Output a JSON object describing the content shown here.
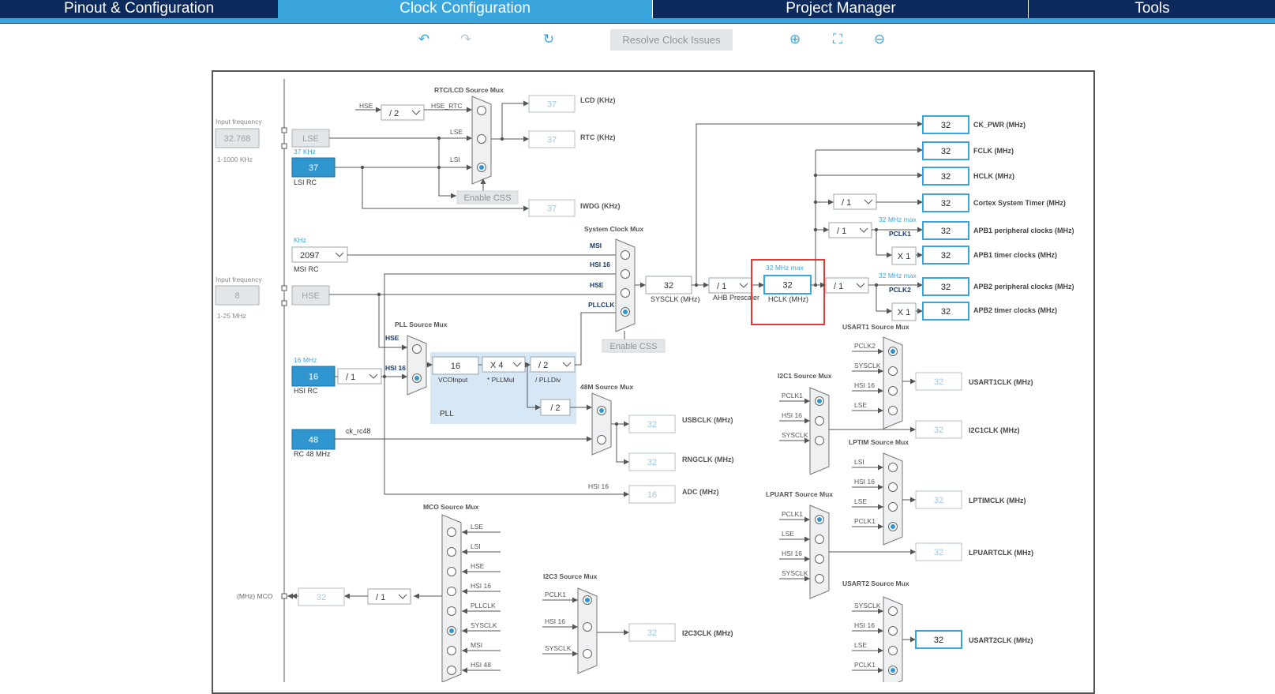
{
  "tabs": [
    {
      "label": "Pinout & Configuration"
    },
    {
      "label": "Clock Configuration"
    },
    {
      "label": "Project Manager"
    },
    {
      "label": "Tools"
    }
  ],
  "toolbar": {
    "resolve_label": "Resolve Clock Issues"
  },
  "colors": {
    "accent": "#3aa5dc",
    "nav": "#0d2a5c",
    "highlight": "#e53935",
    "pll_bg": "#d6e8f5"
  },
  "sources": {
    "input_freq_label": "Input frequency",
    "lse_freq": "32.768",
    "lse_range": "1-1000 KHz",
    "lse_label": "LSE",
    "lsi_unit": "37 KHz",
    "lsi_value": "37",
    "lsi_label": "LSI RC",
    "msi_unit": "KHz",
    "msi_value": "2097",
    "msi_label": "MSI RC",
    "hse_freq": "8",
    "hse_range": "1-25 MHz",
    "hse_label": "HSE",
    "hsi_unit": "16 MHz",
    "hsi_value": "16",
    "hsi_label": "HSI RC",
    "hsi_div": "/ 1",
    "rc48_value": "48",
    "rc48_label": "RC 48 MHz",
    "rc48_line": "ck_rc48"
  },
  "rtc": {
    "title": "RTC/LCD Source Mux",
    "hse": "HSE",
    "hse_div": "/ 2",
    "hse_rtc": "HSE_RTC",
    "lse": "LSE",
    "lsi": "LSI",
    "enable_css": "Enable CSS",
    "lcd_value": "37",
    "lcd_label": "LCD (KHz)",
    "rtc_value": "37",
    "rtc_label": "RTC (KHz)",
    "iwdg_value": "37",
    "iwdg_label": "IWDG (KHz)"
  },
  "sysclk": {
    "title": "System Clock Mux",
    "msi": "MSI",
    "hsi16": "HSI 16",
    "hse": "HSE",
    "pllclk": "PLLCLK",
    "enable_css": "Enable CSS",
    "value": "32",
    "label": "SYSCLK (MHz)",
    "ahb_div": "/ 1",
    "ahb_label": "AHB Prescaler",
    "hclk_max": "32 MHz max",
    "hclk_value": "32",
    "hclk_label": "HCLK (MHz)"
  },
  "pll": {
    "title": "PLL Source Mux",
    "hse": "HSE",
    "hsi16": "HSI 16",
    "vco_value": "16",
    "vco_label": "VCOInput",
    "mul_value": "X 4",
    "mul_label": "* PLLMul",
    "div_value": "/ 2",
    "div_label": "/ PLLDiv",
    "label": "PLL",
    "div2": "/ 2"
  },
  "m48": {
    "title": "48M Source Mux",
    "usb_value": "32",
    "usb_label": "USBCLK (MHz)",
    "rng_value": "32",
    "rng_label": "RNGCLK (MHz)",
    "adc_in": "HSI 16",
    "adc_value": "16",
    "adc_label": "ADC (MHz)"
  },
  "outputs": {
    "ck_pwr": {
      "value": "32",
      "label": "CK_PWR (MHz)"
    },
    "fclk": {
      "value": "32",
      "label": "FCLK (MHz)"
    },
    "hclk": {
      "value": "32",
      "label": "HCLK (MHz)"
    },
    "systimer": {
      "div": "/ 1",
      "value": "32",
      "label": "Cortex System Timer (MHz)"
    },
    "apb1": {
      "div": "/ 1",
      "max": "32 MHz max",
      "pclk": "PCLK1",
      "value": "32",
      "label": "APB1 peripheral clocks (MHz)",
      "mul": "X 1",
      "timer_value": "32",
      "timer_label": "APB1 timer clocks (MHz)"
    },
    "apb2": {
      "div": "/ 1",
      "max": "32 MHz max",
      "pclk": "PCLK2",
      "value": "32",
      "label": "APB2 peripheral clocks (MHz)",
      "mul": "X 1",
      "timer_value": "32",
      "timer_label": "APB2 timer clocks (MHz)"
    }
  },
  "usart1": {
    "title": "USART1 Source Mux",
    "inputs": [
      "PCLK2",
      "SYSCLK",
      "HSI 16",
      "LSE"
    ],
    "value": "32",
    "label": "USART1CLK (MHz)"
  },
  "i2c1": {
    "title": "I2C1 Source Mux",
    "inputs": [
      "PCLK1",
      "HSI 16",
      "SYSCLK"
    ],
    "value": "32",
    "label": "I2C1CLK (MHz)"
  },
  "lptim": {
    "title": "LPTIM Source Mux",
    "inputs": [
      "LSI",
      "HSI 16",
      "LSE",
      "PCLK1"
    ],
    "value": "32",
    "label": "LPTIMCLK (MHz)"
  },
  "lpuart": {
    "title": "LPUART Source Mux",
    "inputs": [
      "PCLK1",
      "LSE",
      "HSI 16",
      "SYSCLK"
    ],
    "value": "32",
    "label": "LPUARTCLK (MHz)"
  },
  "usart2": {
    "title": "USART2 Source Mux",
    "inputs": [
      "SYSCLK",
      "HSI 16",
      "LSE",
      "PCLK1"
    ],
    "value": "32",
    "label": "USART2CLK (MHz)"
  },
  "mco": {
    "title": "MCO Source Mux",
    "inputs": [
      "LSE",
      "LSI",
      "HSE",
      "HSI 16",
      "PLLCLK",
      "SYSCLK",
      "MSI",
      "HSI 48"
    ],
    "label": "(MHz) MCO",
    "value": "32",
    "div": "/ 1"
  },
  "i2c3": {
    "title": "I2C3 Source Mux",
    "inputs": [
      "PCLK1",
      "HSI 16",
      "SYSCLK"
    ],
    "value": "32",
    "label": "I2C3CLK (MHz)"
  }
}
